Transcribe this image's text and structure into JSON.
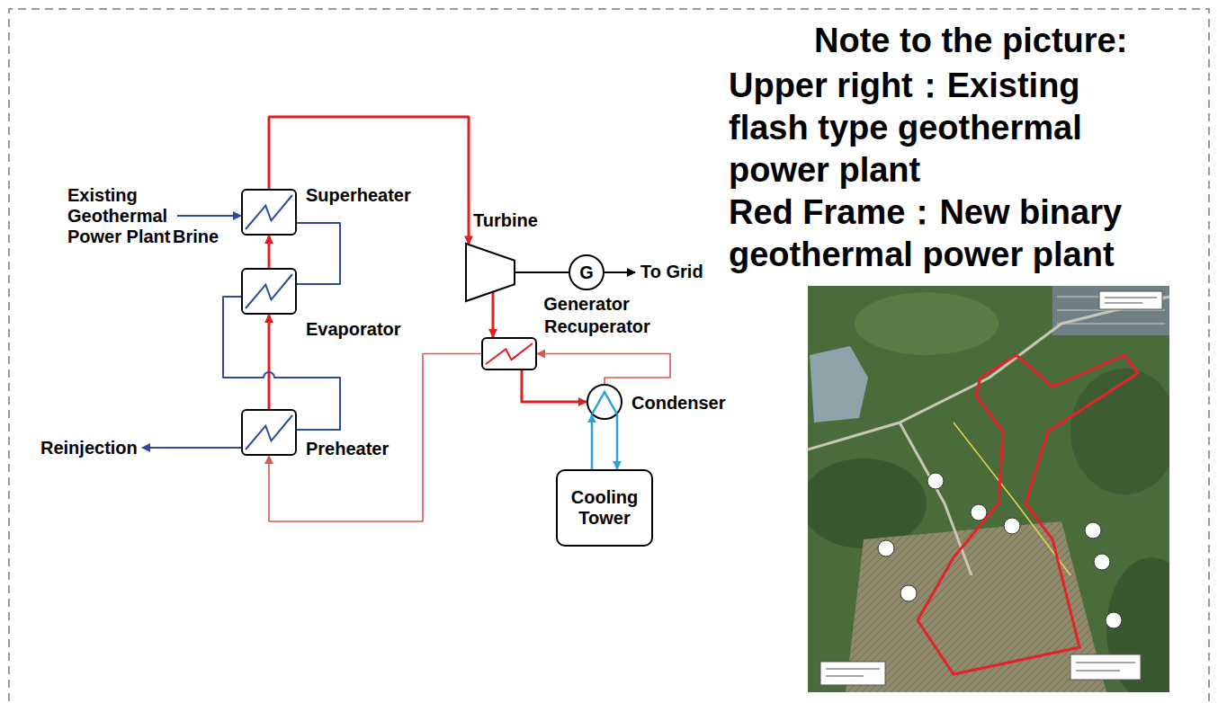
{
  "diagram": {
    "nodes": [
      {
        "text": [
          "Superheater"
        ]
      },
      {
        "text": [
          "Evaporator"
        ]
      },
      {
        "text": [
          "Preheater"
        ]
      },
      {
        "text": [
          "Turbine"
        ]
      },
      {
        "text": [
          "G",
          "Generator"
        ]
      },
      {
        "text": [
          "Recuperator"
        ]
      },
      {
        "text": [
          "Condenser"
        ]
      },
      {
        "text": [
          "Cooling Tower"
        ]
      }
    ],
    "edges": [
      {
        "from": 2,
        "to": 1,
        "arrow": "to"
      },
      {
        "from": 1,
        "to": 0,
        "arrow": "to"
      },
      {
        "from": 0,
        "to": 3,
        "arrow": "to"
      },
      {
        "from": 3,
        "to": 4,
        "arrow": "none"
      },
      {
        "from": 3,
        "to": 5,
        "arrow": "to"
      },
      {
        "from": 5,
        "to": 6,
        "arrow": "to"
      },
      {
        "from": 6,
        "to": 5,
        "arrow": "to"
      },
      {
        "from": 5,
        "to": 2,
        "arrow": "to"
      },
      {
        "from": 0,
        "to": 1,
        "arrow": "none"
      },
      {
        "from": 1,
        "to": 2,
        "arrow": "none"
      },
      {
        "from": 7,
        "to": 6,
        "arrow": "to"
      },
      {
        "from": 6,
        "to": 7,
        "arrow": "to"
      }
    ],
    "labels": [
      "Existing Geothermal Power Plant",
      "Brine",
      "To Grid",
      "Reinjection",
      "Note to the picture:",
      "Upper right：Existing flash type geothermal power plant",
      "Red Frame：New binary geothermal power plant"
    ]
  }
}
